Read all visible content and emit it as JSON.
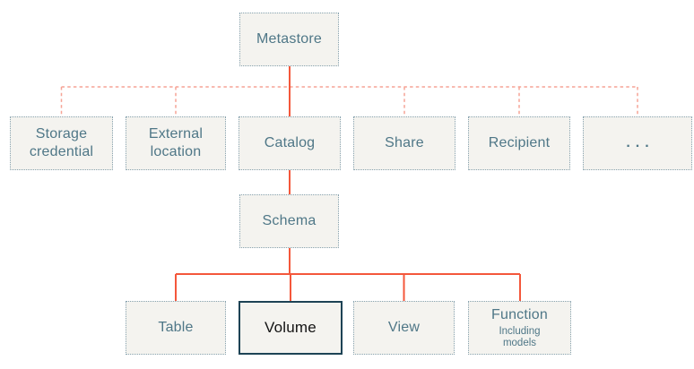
{
  "diagram": {
    "type": "hierarchy",
    "nodes": {
      "metastore": {
        "label": "Metastore"
      },
      "storage_credential": {
        "label": "Storage credential"
      },
      "external_location": {
        "label": "External location"
      },
      "catalog": {
        "label": "Catalog"
      },
      "share": {
        "label": "Share"
      },
      "recipient": {
        "label": "Recipient"
      },
      "more": {
        "label": "..."
      },
      "schema": {
        "label": "Schema"
      },
      "table": {
        "label": "Table"
      },
      "volume": {
        "label": "Volume"
      },
      "view": {
        "label": "View"
      },
      "function": {
        "label": "Function",
        "sublabel": "Including models"
      }
    },
    "edges": [
      {
        "from": "metastore",
        "to": "storage_credential",
        "style": "dashed"
      },
      {
        "from": "metastore",
        "to": "external_location",
        "style": "dashed"
      },
      {
        "from": "metastore",
        "to": "catalog",
        "style": "solid"
      },
      {
        "from": "metastore",
        "to": "share",
        "style": "dashed"
      },
      {
        "from": "metastore",
        "to": "recipient",
        "style": "dashed"
      },
      {
        "from": "metastore",
        "to": "more",
        "style": "dashed"
      },
      {
        "from": "catalog",
        "to": "schema",
        "style": "solid"
      },
      {
        "from": "schema",
        "to": "table",
        "style": "solid"
      },
      {
        "from": "schema",
        "to": "volume",
        "style": "solid"
      },
      {
        "from": "schema",
        "to": "view",
        "style": "solid"
      },
      {
        "from": "schema",
        "to": "function",
        "style": "solid"
      }
    ],
    "highlighted_node": "volume",
    "colors": {
      "node_fill": "#F4F3EF",
      "node_border_dotted": "#87A2AF",
      "node_text": "#4F7787",
      "highlight_border": "#1D4355",
      "highlight_text": "#131313",
      "solid_connector": "#F4573B",
      "dashed_connector": "#F6A496",
      "background": "#FFFFFF"
    }
  }
}
